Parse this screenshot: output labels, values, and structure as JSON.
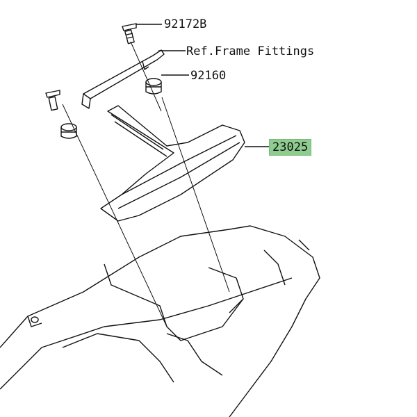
{
  "callouts": {
    "bolt": "92172B",
    "frame_ref": "Ref.Frame Fittings",
    "grommet": "92160",
    "tail_light": "23025"
  },
  "highlight_color": "#8fcc8f"
}
